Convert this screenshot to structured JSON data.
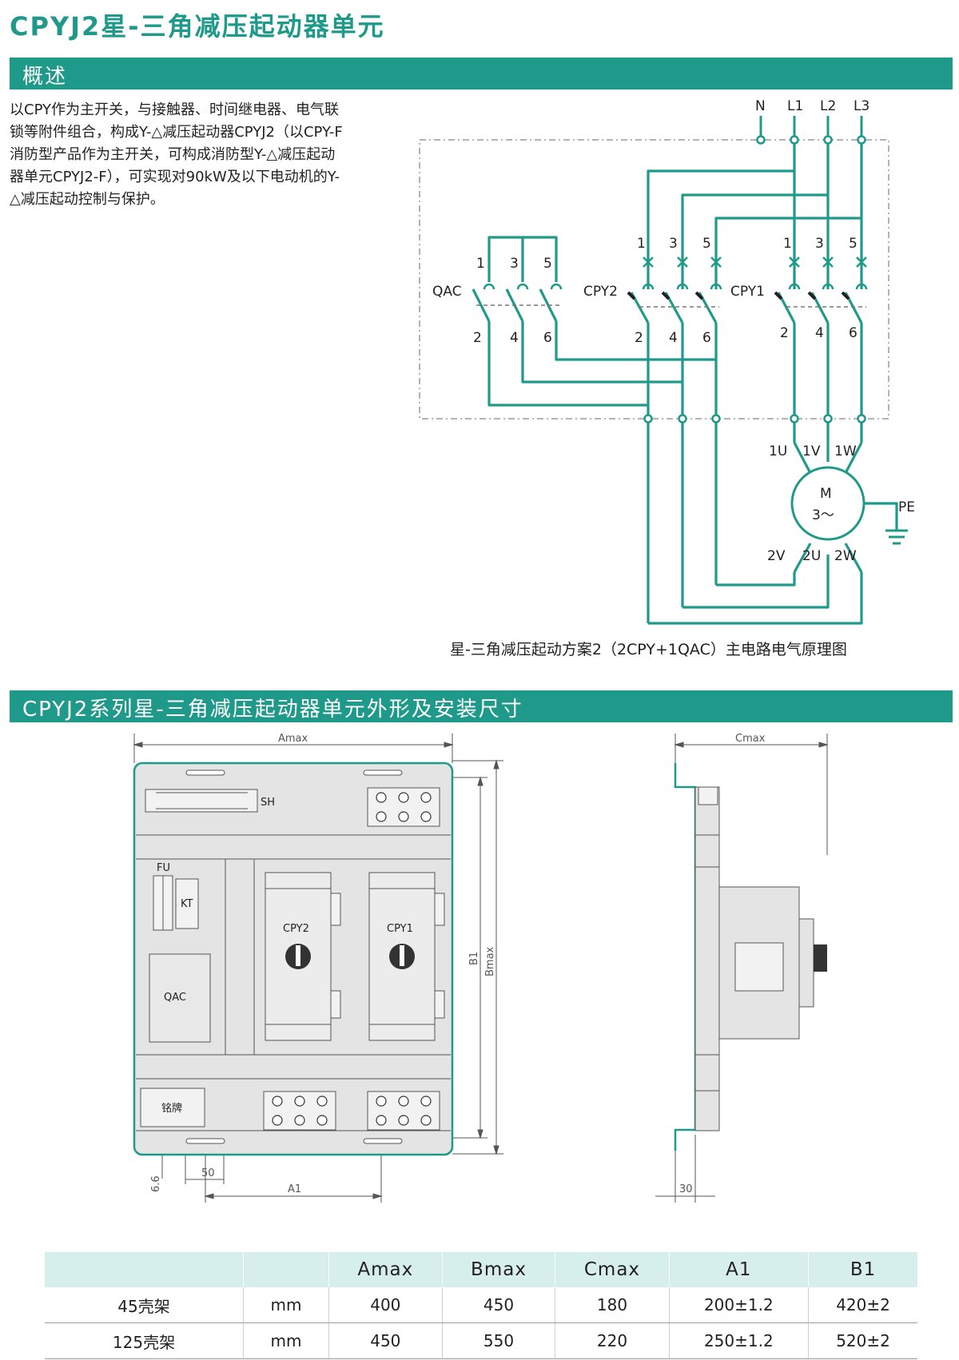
{
  "title": "CPYJ2星-三角减压起动器单元",
  "section1": {
    "heading": "概述",
    "paragraph": "以CPY作为主开关，与接触器、时间继电器、电气联锁等附件组合，构成Y-△减压起动器CPYJ2（以CPY-F消防型产品作为主开关，可构成消防型Y-△减压起动器单元CPYJ2-F），可实现对90kW及以下电动机的Y-△减压起动控制与保护。"
  },
  "circuit": {
    "lines": [
      "N",
      "L1",
      "L2",
      "L3"
    ],
    "qac_label": "QAC",
    "cpy2_label": "CPY2",
    "cpy1_label": "CPY1",
    "top_numbers": [
      "1",
      "3",
      "5"
    ],
    "bottom_numbers": [
      "2",
      "4",
      "6"
    ],
    "motor_top": [
      "1U",
      "1V",
      "1W"
    ],
    "motor_bottom": [
      "2V",
      "2U",
      "2W"
    ],
    "motor_m": "M",
    "motor_phase": "3～",
    "pe_label": "PE",
    "caption": "星-三角减压起动方案2（2CPY+1QAC）主电路电气原理图"
  },
  "section2": {
    "heading": "CPYJ2系列星-三角减压起动器单元外形及安装尺寸"
  },
  "drawing": {
    "amax": "Amax",
    "cmax": "Cmax",
    "b1": "B1",
    "bmax": "Bmax",
    "a1": "A1",
    "dim_50": "50",
    "dim_66": "6.6",
    "dim_30": "30",
    "sh": "SH",
    "fu": "FU",
    "kt": "KT",
    "qac": "QAC",
    "cpy2": "CPY2",
    "cpy1": "CPY1",
    "nameplate": "铭牌"
  },
  "table": {
    "headers": [
      "",
      "",
      "Amax",
      "Bmax",
      "Cmax",
      "A1",
      "B1"
    ],
    "rows": [
      [
        "45壳架",
        "mm",
        "400",
        "450",
        "180",
        "200±1.2",
        "420±2"
      ],
      [
        "125壳架",
        "mm",
        "450",
        "550",
        "220",
        "250±1.2",
        "520±2"
      ]
    ]
  },
  "colors": {
    "accent": "#1f9a8a",
    "table_header": "#d6efec",
    "panel_fill": "#e4e4e4"
  }
}
